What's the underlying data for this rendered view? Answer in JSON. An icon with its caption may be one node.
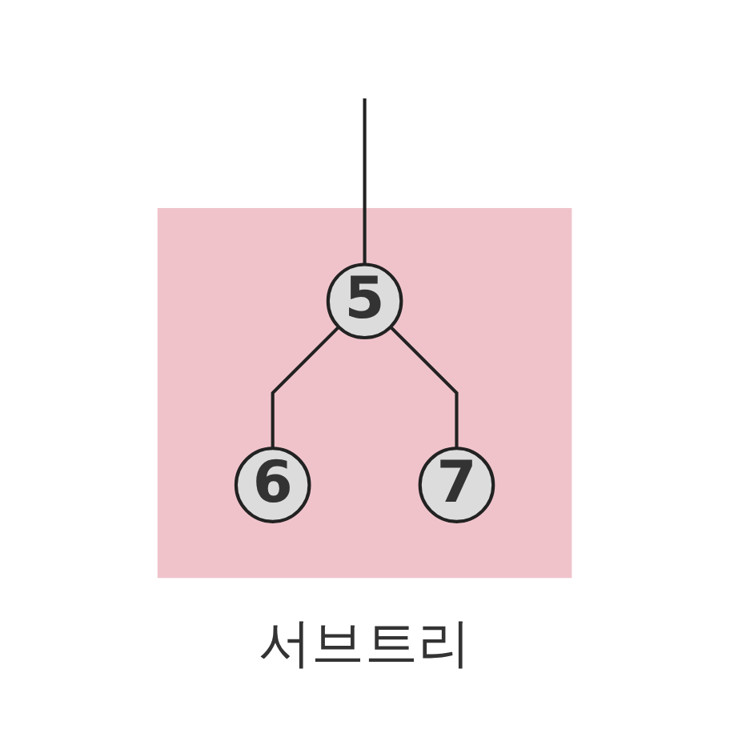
{
  "diagram": {
    "nodes": [
      {
        "text": [
          "서브트리"
        ]
      },
      {
        "text": [
          "5"
        ],
        "in": 0
      },
      {
        "text": [
          "6"
        ],
        "in": 0
      },
      {
        "text": [
          "7"
        ],
        "in": 0
      }
    ],
    "edges": [
      {
        "from": null,
        "to": 1,
        "arrow": "none"
      },
      {
        "from": 1,
        "to": 2,
        "arrow": "none"
      },
      {
        "from": 1,
        "to": 3,
        "arrow": "none"
      }
    ]
  }
}
